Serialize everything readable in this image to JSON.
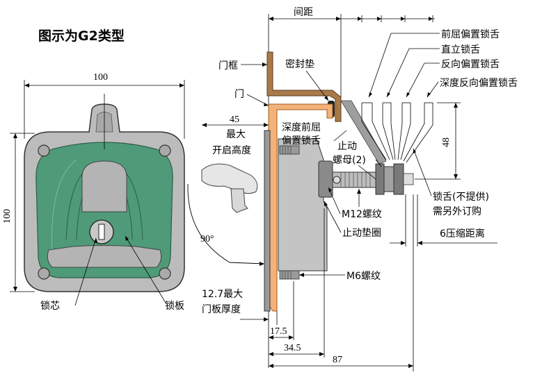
{
  "title": "图示为G2类型",
  "dims": {
    "width_top": "100",
    "height_left": "100",
    "open_height": "45",
    "angle": "90°",
    "offset_48": "48",
    "d_17_5": "17.5",
    "d_34_5": "34.5",
    "d_87": "87"
  },
  "labels": {
    "spacing": "间距",
    "door_frame": "门框",
    "gasket": "密封垫",
    "door": "门",
    "max": "最大",
    "open_height": "开启高度",
    "deep_fwd_1": "深度前屈",
    "deep_fwd_2": "偏置锁舌",
    "stop_nut_1": "止动",
    "stop_nut_2": "螺母(2)",
    "m12": "M12螺纹",
    "stop_washer": "止动垫圈",
    "m6": "M6螺纹",
    "tongue_1": "锁舌(不提供)",
    "tongue_2": "需另外订购",
    "compress": "6压缩距离",
    "panel_1": "12.7最大",
    "panel_2": "门板厚度",
    "core": "锁芯",
    "plate": "锁板",
    "type_fwd": "前屈偏置锁舌",
    "type_straight": "直立锁舌",
    "type_rev": "反向偏置锁舌",
    "type_deep_rev": "深度反向偏置锁舌"
  },
  "colors": {
    "frame": "#a87a4a",
    "door": "#f2b27a",
    "body": "#bcbcbc",
    "green": "#4f9a78"
  }
}
